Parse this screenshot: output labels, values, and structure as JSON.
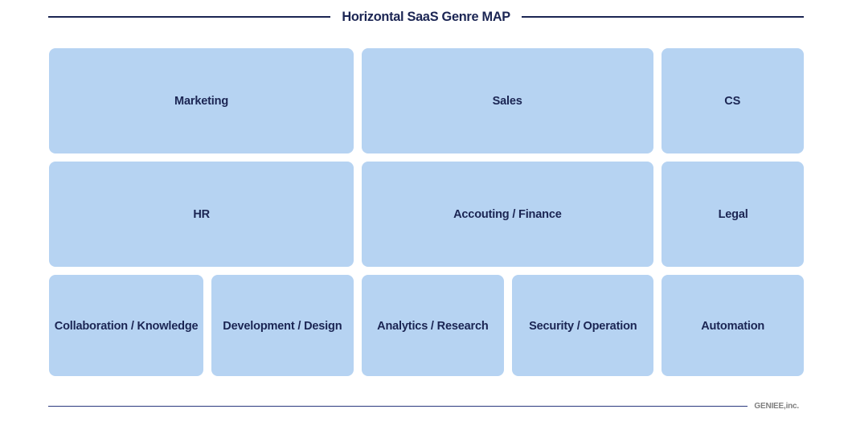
{
  "title": {
    "text": "Horizontal SaaS Genre MAP"
  },
  "colors": {
    "background": "#FFFFFF",
    "box_fill": "#B6D3F2",
    "navy_text": "#1B2553",
    "footer_line": "#2B3A7E",
    "footer_text": "#7E7E7E"
  },
  "map": {
    "rows": [
      {
        "boxes": [
          {
            "label": "Marketing"
          },
          {
            "label": "Sales"
          },
          {
            "label": "CS"
          }
        ]
      },
      {
        "boxes": [
          {
            "label": "HR"
          },
          {
            "label": "Accouting / Finance"
          },
          {
            "label": "Legal"
          }
        ]
      },
      {
        "boxes": [
          {
            "label": "Collaboration / Knowledge"
          },
          {
            "label": "Development / Design"
          },
          {
            "label": "Analytics / Research"
          },
          {
            "label": "Security / Operation"
          },
          {
            "label": "Automation"
          }
        ]
      }
    ]
  },
  "footer": {
    "brand": "GENIEE,inc."
  }
}
